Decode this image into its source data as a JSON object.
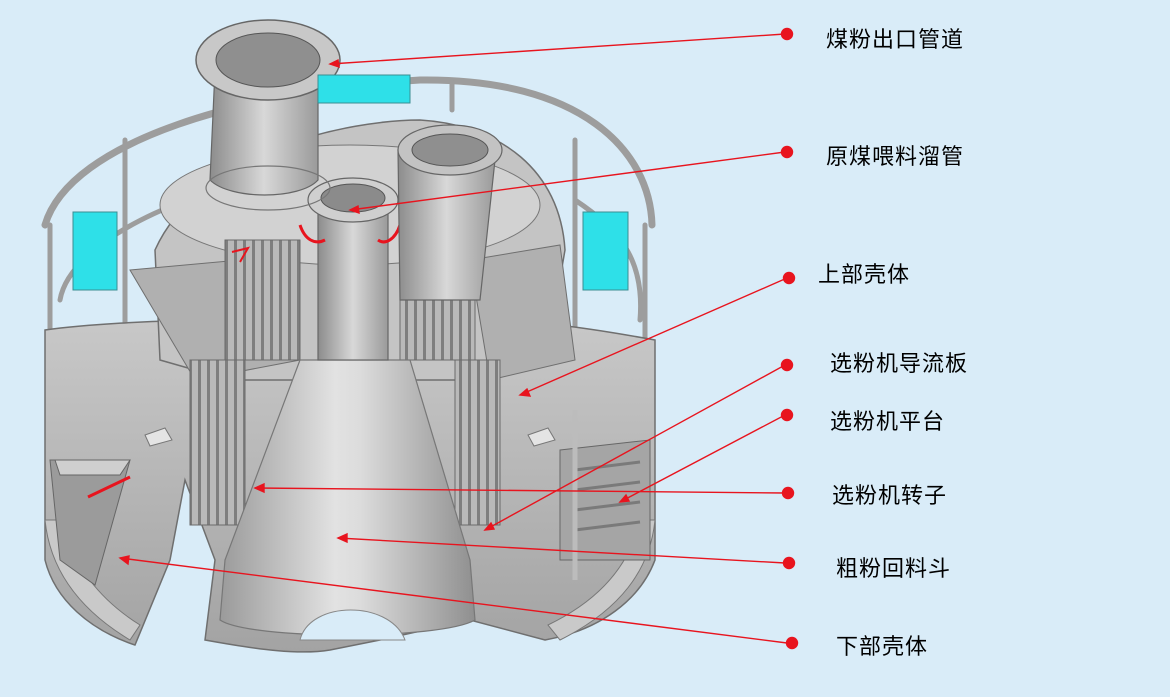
{
  "diagram": {
    "labels": [
      {
        "id": "coal-powder-outlet-pipe",
        "text": "煤粉出口管道"
      },
      {
        "id": "raw-coal-feed-chute",
        "text": "原煤喂料溜管"
      },
      {
        "id": "upper-shell",
        "text": "上部壳体"
      },
      {
        "id": "separator-guide-vane",
        "text": "选粉机导流板"
      },
      {
        "id": "separator-platform",
        "text": "选粉机平台"
      },
      {
        "id": "separator-rotor",
        "text": "选粉机转子"
      },
      {
        "id": "coarse-powder-return-hopper",
        "text": "粗粉回料斗"
      },
      {
        "id": "lower-shell",
        "text": "下部壳体"
      }
    ],
    "colors": {
      "background": "#d9ecf8",
      "leader_line": "#e8141e",
      "metal_light": "#d6d6d6",
      "metal_mid": "#b4b4b4",
      "metal_dark": "#8a8a8a",
      "cyan_part": "#2ee0e8"
    }
  }
}
